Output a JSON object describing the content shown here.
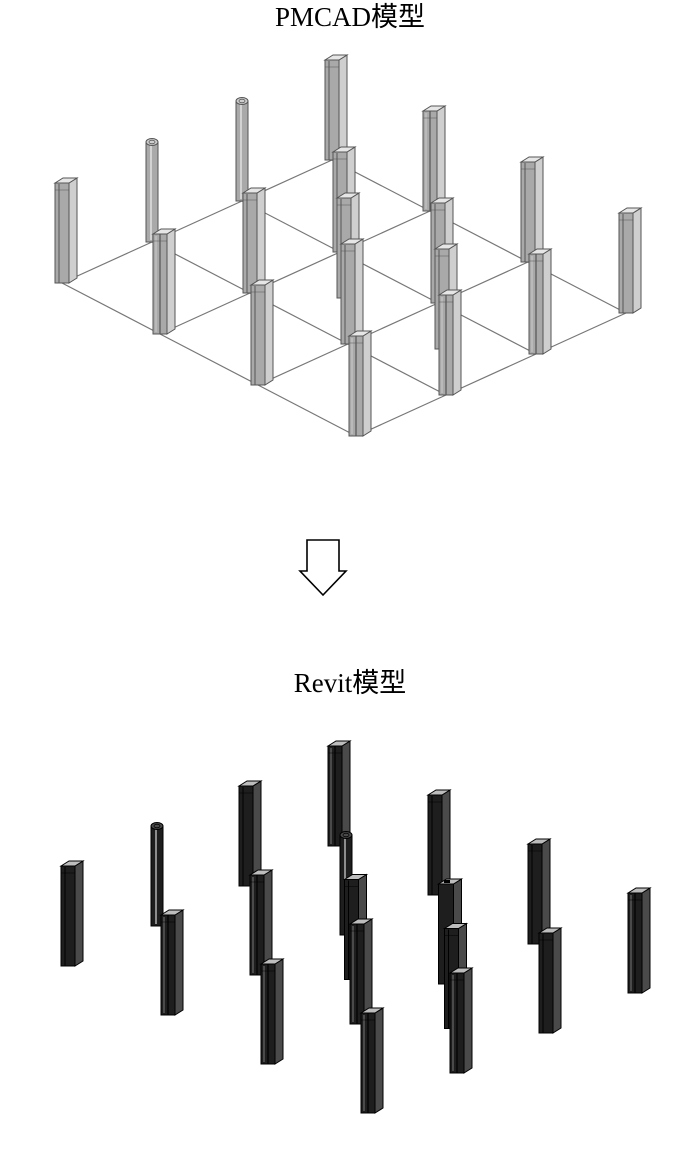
{
  "top_caption": "PMCAD模型",
  "bottom_caption": "Revit模型",
  "colors": {
    "pmcad_column_front": "#a9a9a9",
    "pmcad_column_side": "#cfcfcf",
    "pmcad_column_edge": "#555555",
    "pmcad_grid_line": "#777777",
    "revit_column_front": "#1e1e1e",
    "revit_column_side": "#4a4a4a",
    "revit_column_highlight": "#bdbdbd",
    "arrow_stroke": "#000000"
  },
  "icons": {
    "transform_arrow": "down-arrow-outline-icon"
  },
  "pmcad_model": {
    "column_sections": [
      "channel",
      "i-beam",
      "channel",
      "i-beam",
      "circular",
      "channel",
      "channel",
      "i-beam",
      "circular",
      "channel",
      "channel",
      "i-beam",
      "channel",
      "i-beam",
      "channel",
      "channel",
      "channel",
      "channel"
    ]
  },
  "revit_model": {
    "column_sections": [
      "channel",
      "i-beam",
      "i-beam",
      "i-beam",
      "circular",
      "i-beam",
      "i-beam",
      "i-beam",
      "channel",
      "circular",
      "square-tube",
      "channel",
      "i-beam",
      "channel",
      "channel",
      "i-beam",
      "channel",
      "channel"
    ]
  }
}
